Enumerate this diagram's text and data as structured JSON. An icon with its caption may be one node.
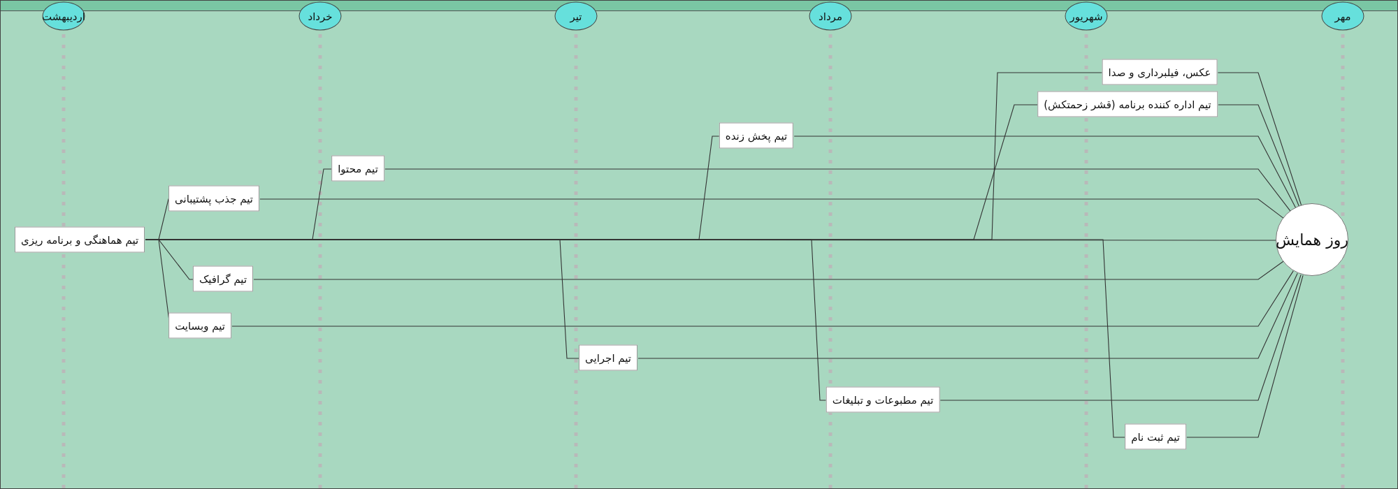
{
  "diagram": {
    "nodes": [
      {
        "text": [
          "اردیبهشت"
        ]
      },
      {
        "text": [
          "خرداد"
        ]
      },
      {
        "text": [
          "تیر"
        ]
      },
      {
        "text": [
          "مرداد"
        ]
      },
      {
        "text": [
          "شهریور"
        ]
      },
      {
        "text": [
          "مهر"
        ]
      },
      {
        "text": [
          "تیم هماهنگی و برنامه ریزی"
        ]
      },
      {
        "text": [
          "روز همایش"
        ]
      },
      {
        "text": [
          "عکس، فیلبرداری و صدا"
        ]
      },
      {
        "text": [
          "تیم اداره کننده برنامه (قشر زحمتکش)"
        ]
      },
      {
        "text": [
          "تیم پخش زنده"
        ]
      },
      {
        "text": [
          "تیم محتوا"
        ]
      },
      {
        "text": [
          "تیم جذب پشتیبانی"
        ]
      },
      {
        "text": [
          "تیم گرافیک"
        ]
      },
      {
        "text": [
          "تیم وبسایت"
        ]
      },
      {
        "text": [
          "تیم اجرایی"
        ]
      },
      {
        "text": [
          "تیم مطبوعات و تبلیغات"
        ]
      },
      {
        "text": [
          "تیم ثبت نام"
        ]
      }
    ],
    "edges": [
      {
        "from": 6,
        "to": 7,
        "arrow": "none"
      },
      {
        "from": 6,
        "to": 8,
        "arrow": "none"
      },
      {
        "from": 6,
        "to": 9,
        "arrow": "none"
      },
      {
        "from": 6,
        "to": 10,
        "arrow": "none"
      },
      {
        "from": 6,
        "to": 11,
        "arrow": "none"
      },
      {
        "from": 6,
        "to": 12,
        "arrow": "none"
      },
      {
        "from": 6,
        "to": 13,
        "arrow": "none"
      },
      {
        "from": 6,
        "to": 14,
        "arrow": "none"
      },
      {
        "from": 6,
        "to": 15,
        "arrow": "none"
      },
      {
        "from": 6,
        "to": 16,
        "arrow": "none"
      },
      {
        "from": 6,
        "to": 17,
        "arrow": "none"
      },
      {
        "from": 8,
        "to": 7,
        "arrow": "none"
      },
      {
        "from": 9,
        "to": 7,
        "arrow": "none"
      },
      {
        "from": 10,
        "to": 7,
        "arrow": "none"
      },
      {
        "from": 11,
        "to": 7,
        "arrow": "none"
      },
      {
        "from": 12,
        "to": 7,
        "arrow": "none"
      },
      {
        "from": 13,
        "to": 7,
        "arrow": "none"
      },
      {
        "from": 14,
        "to": 7,
        "arrow": "none"
      },
      {
        "from": 15,
        "to": 7,
        "arrow": "none"
      },
      {
        "from": 16,
        "to": 7,
        "arrow": "none"
      },
      {
        "from": 17,
        "to": 7,
        "arrow": "none"
      }
    ]
  }
}
